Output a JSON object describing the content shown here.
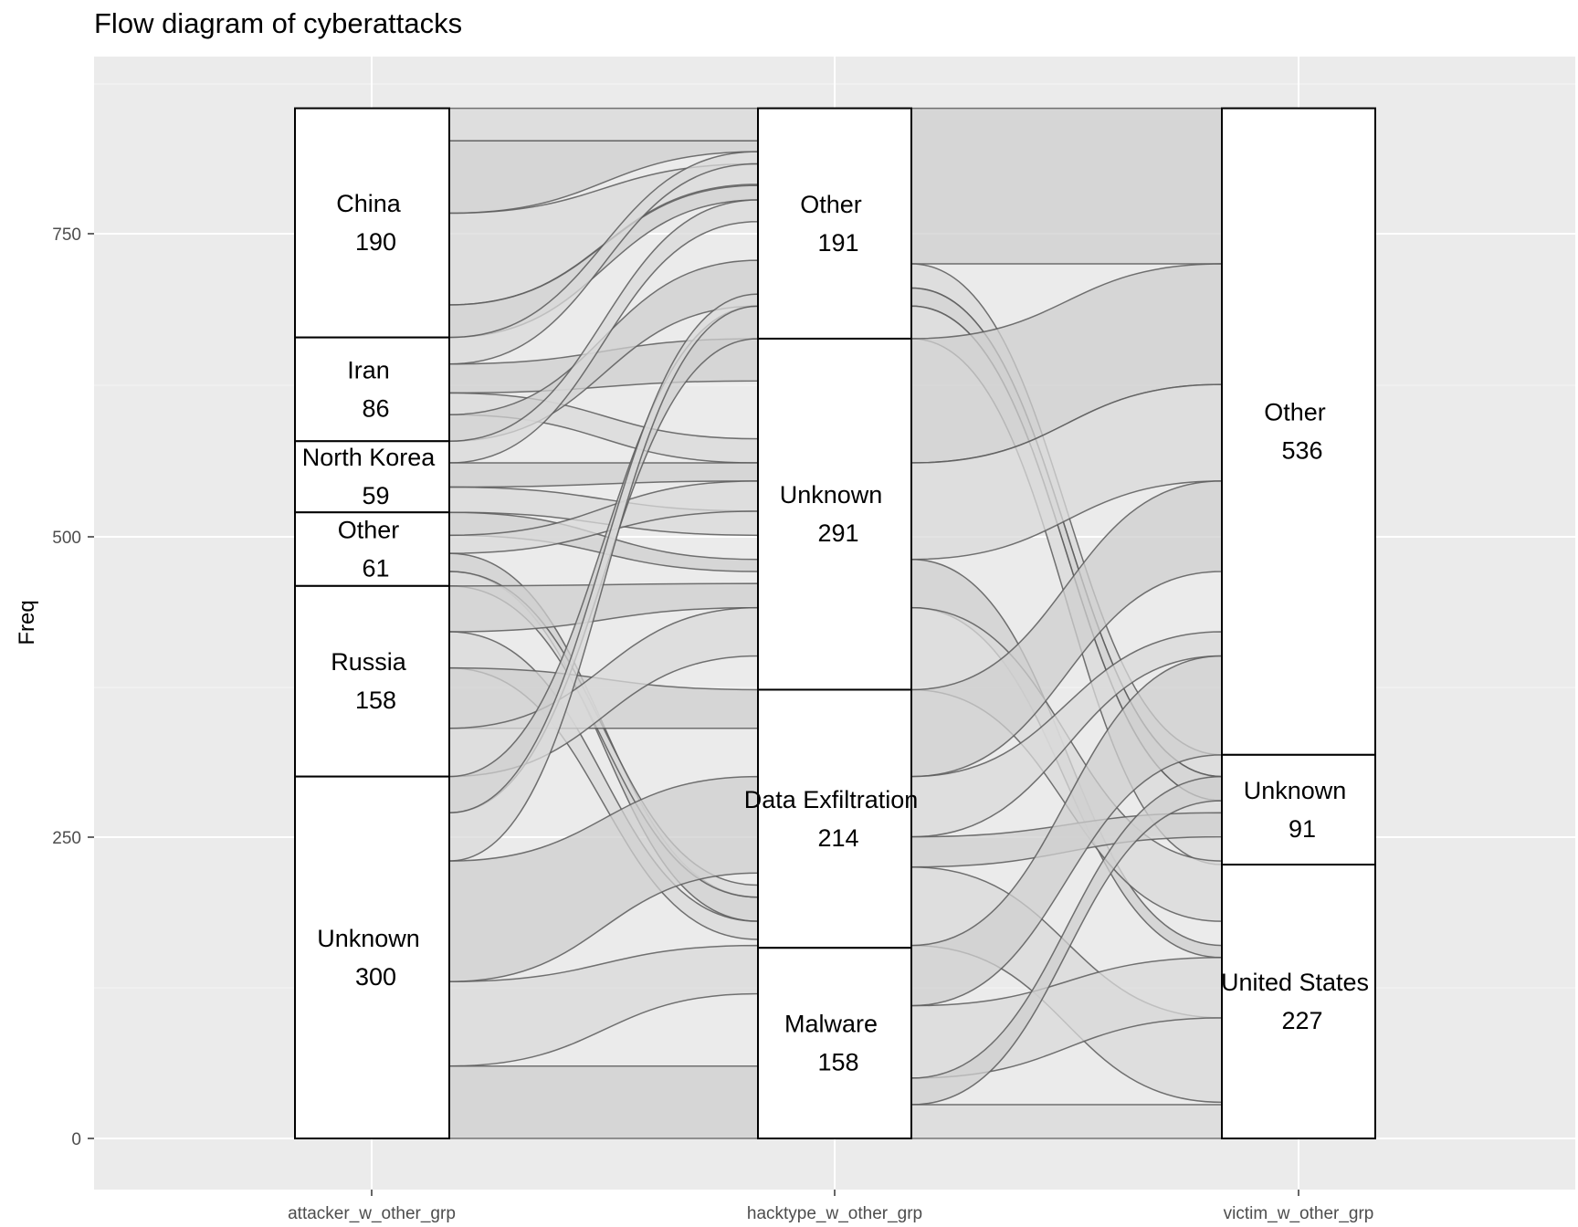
{
  "title": "Flow diagram of cyberattacks",
  "y_axis": {
    "title": "Freq",
    "ticks": [
      "0",
      "250",
      "500",
      "750"
    ]
  },
  "x_axis": {
    "ticks": [
      "attacker_w_other_grp",
      "hacktype_w_other_grp",
      "victim_w_other_grp"
    ]
  },
  "chart_data": {
    "type": "alluvial",
    "title": "Flow diagram of cyberattacks",
    "xlabel": "",
    "ylabel": "Freq",
    "ylim": [
      0,
      854
    ],
    "y_ticks": [
      0,
      250,
      500,
      750
    ],
    "grid": true,
    "axes": [
      {
        "name": "attacker_w_other_grp",
        "strata": [
          {
            "label": "China",
            "value": 190
          },
          {
            "label": "Iran",
            "value": 86
          },
          {
            "label": "North Korea",
            "value": 59
          },
          {
            "label": "Other",
            "value": 61
          },
          {
            "label": "Russia",
            "value": 158
          },
          {
            "label": "Unknown",
            "value": 300
          }
        ]
      },
      {
        "name": "hacktype_w_other_grp",
        "strata": [
          {
            "label": "Other",
            "value": 191
          },
          {
            "label": "Unknown",
            "value": 291
          },
          {
            "label": "Data Exfiltration",
            "value": 214
          },
          {
            "label": "Malware",
            "value": 158
          }
        ]
      },
      {
        "name": "victim_w_other_grp",
        "strata": [
          {
            "label": "Other",
            "value": 536
          },
          {
            "label": "Unknown",
            "value": 91
          },
          {
            "label": "United States",
            "value": 227
          }
        ]
      }
    ],
    "total": 854
  },
  "strata_labels": {
    "a0": {
      "name": "China",
      "value": "190"
    },
    "a1": {
      "name": "Iran",
      "value": "86"
    },
    "a2": {
      "name": "North Korea",
      "value": "59"
    },
    "a3": {
      "name": "Other",
      "value": "61"
    },
    "a4": {
      "name": "Russia",
      "value": "158"
    },
    "a5": {
      "name": "Unknown",
      "value": "300"
    },
    "h0": {
      "name": "Other",
      "value": "191"
    },
    "h1": {
      "name": "Unknown",
      "value": "291"
    },
    "h2": {
      "name": "Data Exfiltration",
      "value": "214"
    },
    "h3": {
      "name": "Malware",
      "value": "158"
    },
    "v0": {
      "name": "Other",
      "value": "536"
    },
    "v1": {
      "name": "Unknown",
      "value": "91"
    },
    "v2": {
      "name": "United States",
      "value": "227"
    }
  }
}
